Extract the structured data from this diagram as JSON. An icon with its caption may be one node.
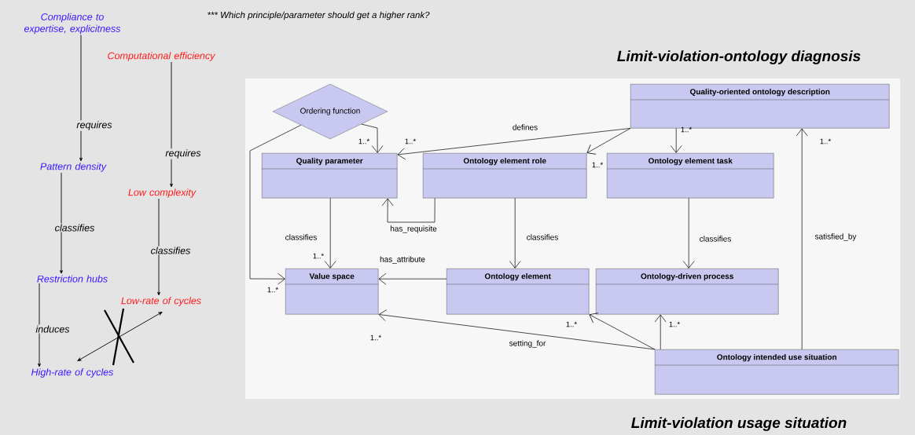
{
  "diagram": {
    "nodes": [
      {
        "text": [
          "Compliance to expertise, explicitness"
        ]
      },
      {
        "text": [
          "Computational efficiency"
        ]
      },
      {
        "text": [
          "Pattern density"
        ]
      },
      {
        "text": [
          "Low complexity"
        ]
      },
      {
        "text": [
          "Restriction hubs"
        ]
      },
      {
        "text": [
          "Low-rate of cycles"
        ]
      },
      {
        "text": [
          "High-rate of cycles"
        ]
      },
      {
        "text": [
          "Ordering function"
        ]
      },
      {
        "text": [
          "Quality parameter"
        ]
      },
      {
        "text": [
          "Ontology element role"
        ]
      },
      {
        "text": [
          "Ontology element task"
        ]
      },
      {
        "text": [
          "Quality-oriented ontology description"
        ]
      },
      {
        "text": [
          "Value space"
        ]
      },
      {
        "text": [
          "Ontology element"
        ]
      },
      {
        "text": [
          "Ontology-driven process"
        ]
      },
      {
        "text": [
          "Ontology intended use situation"
        ]
      }
    ],
    "edges": [
      {
        "from": 0,
        "to": 2,
        "arrow": "to",
        "label": "requires"
      },
      {
        "from": 1,
        "to": 3,
        "arrow": "to",
        "label": "requires"
      },
      {
        "from": 2,
        "to": 4,
        "arrow": "to",
        "label": "classifies"
      },
      {
        "from": 3,
        "to": 5,
        "arrow": "to",
        "label": "classifies"
      },
      {
        "from": 4,
        "to": 6,
        "arrow": "to",
        "label": "induces"
      },
      {
        "from": 5,
        "to": 6,
        "arrow": "both"
      },
      {
        "from": 7,
        "to": 8,
        "arrow": "to"
      },
      {
        "from": 7,
        "to": 12,
        "arrow": "to"
      },
      {
        "from": 11,
        "to": 8,
        "arrow": "to",
        "label": "defines"
      },
      {
        "from": 11,
        "to": 9,
        "arrow": "to"
      },
      {
        "from": 11,
        "to": 10,
        "arrow": "to"
      },
      {
        "from": 8,
        "to": 12,
        "arrow": "to",
        "label": "classifies"
      },
      {
        "from": 9,
        "to": 8,
        "arrow": "to",
        "label": "has_requisite"
      },
      {
        "from": 9,
        "to": 13,
        "arrow": "to",
        "label": "classifies"
      },
      {
        "from": 13,
        "to": 12,
        "arrow": "to",
        "label": "has_attribute"
      },
      {
        "from": 10,
        "to": 14,
        "arrow": "to",
        "label": "classifies"
      },
      {
        "from": 15,
        "to": 12,
        "arrow": "to",
        "label": "setting_for"
      },
      {
        "from": 15,
        "to": 13,
        "arrow": "to"
      },
      {
        "from": 15,
        "to": 14,
        "arrow": "to"
      },
      {
        "from": 15,
        "to": 11,
        "arrow": "to",
        "label": "satisfied_by"
      }
    ],
    "labels": [
      "*** Which principle/parameter should get a higher rank?",
      "Limit-violation-ontology diagnosis",
      "1..*",
      "1..*",
      "1..*",
      "1..*",
      "1..*",
      "1..*",
      "1..*",
      "1..*",
      "1..*",
      "1..*",
      "Limit-violation usage situation"
    ]
  }
}
